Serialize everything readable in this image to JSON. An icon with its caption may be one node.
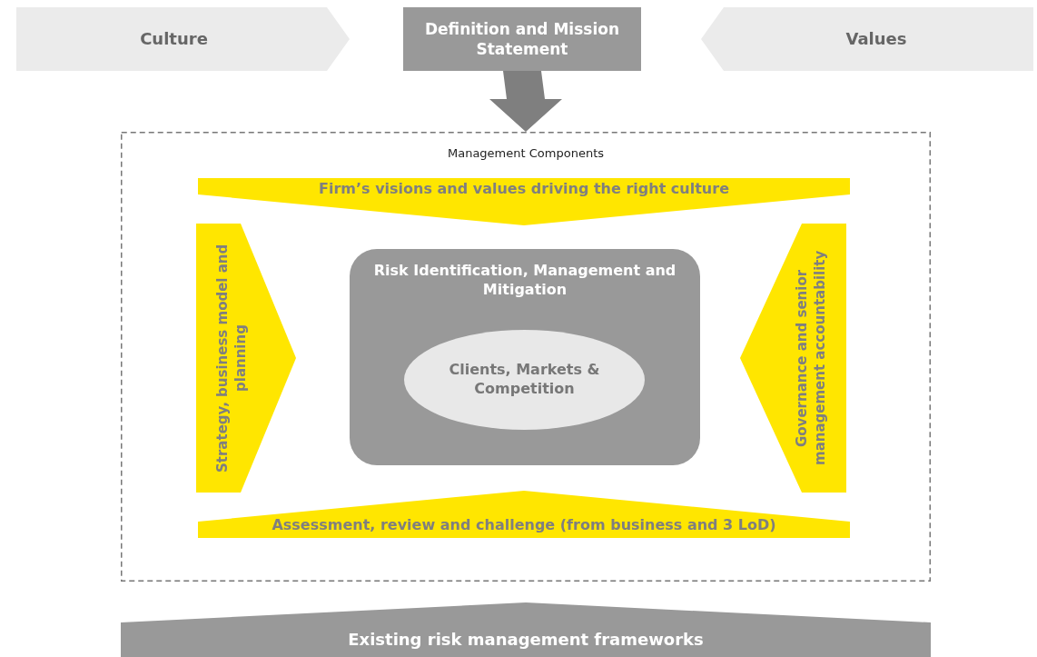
{
  "diagram": {
    "nodes": [
      {
        "text": [
          "Culture"
        ]
      },
      {
        "text": [
          "Definition and Mission Statement"
        ]
      },
      {
        "text": [
          "Values"
        ]
      },
      {
        "text": [
          "Management Components"
        ]
      },
      {
        "text": [
          "Firm’s visions and values driving the right culture"
        ],
        "in": 3
      },
      {
        "text": [
          "Strategy, business model and planning"
        ],
        "in": 3
      },
      {
        "text": [
          "Risk Identification, Management and Mitigation"
        ],
        "in": 3
      },
      {
        "text": [
          "Clients, Markets & Competition"
        ],
        "in": 6
      },
      {
        "text": [
          "Governance and senior management accountability"
        ],
        "in": 3
      },
      {
        "text": [
          "Assessment, review and challenge (from business and 3 LoD)"
        ],
        "in": 3
      },
      {
        "text": [
          "Existing risk management frameworks"
        ]
      }
    ],
    "edges": [
      {
        "from": 1,
        "to": 3,
        "arrow": "to",
        "style": "thick"
      }
    ]
  }
}
